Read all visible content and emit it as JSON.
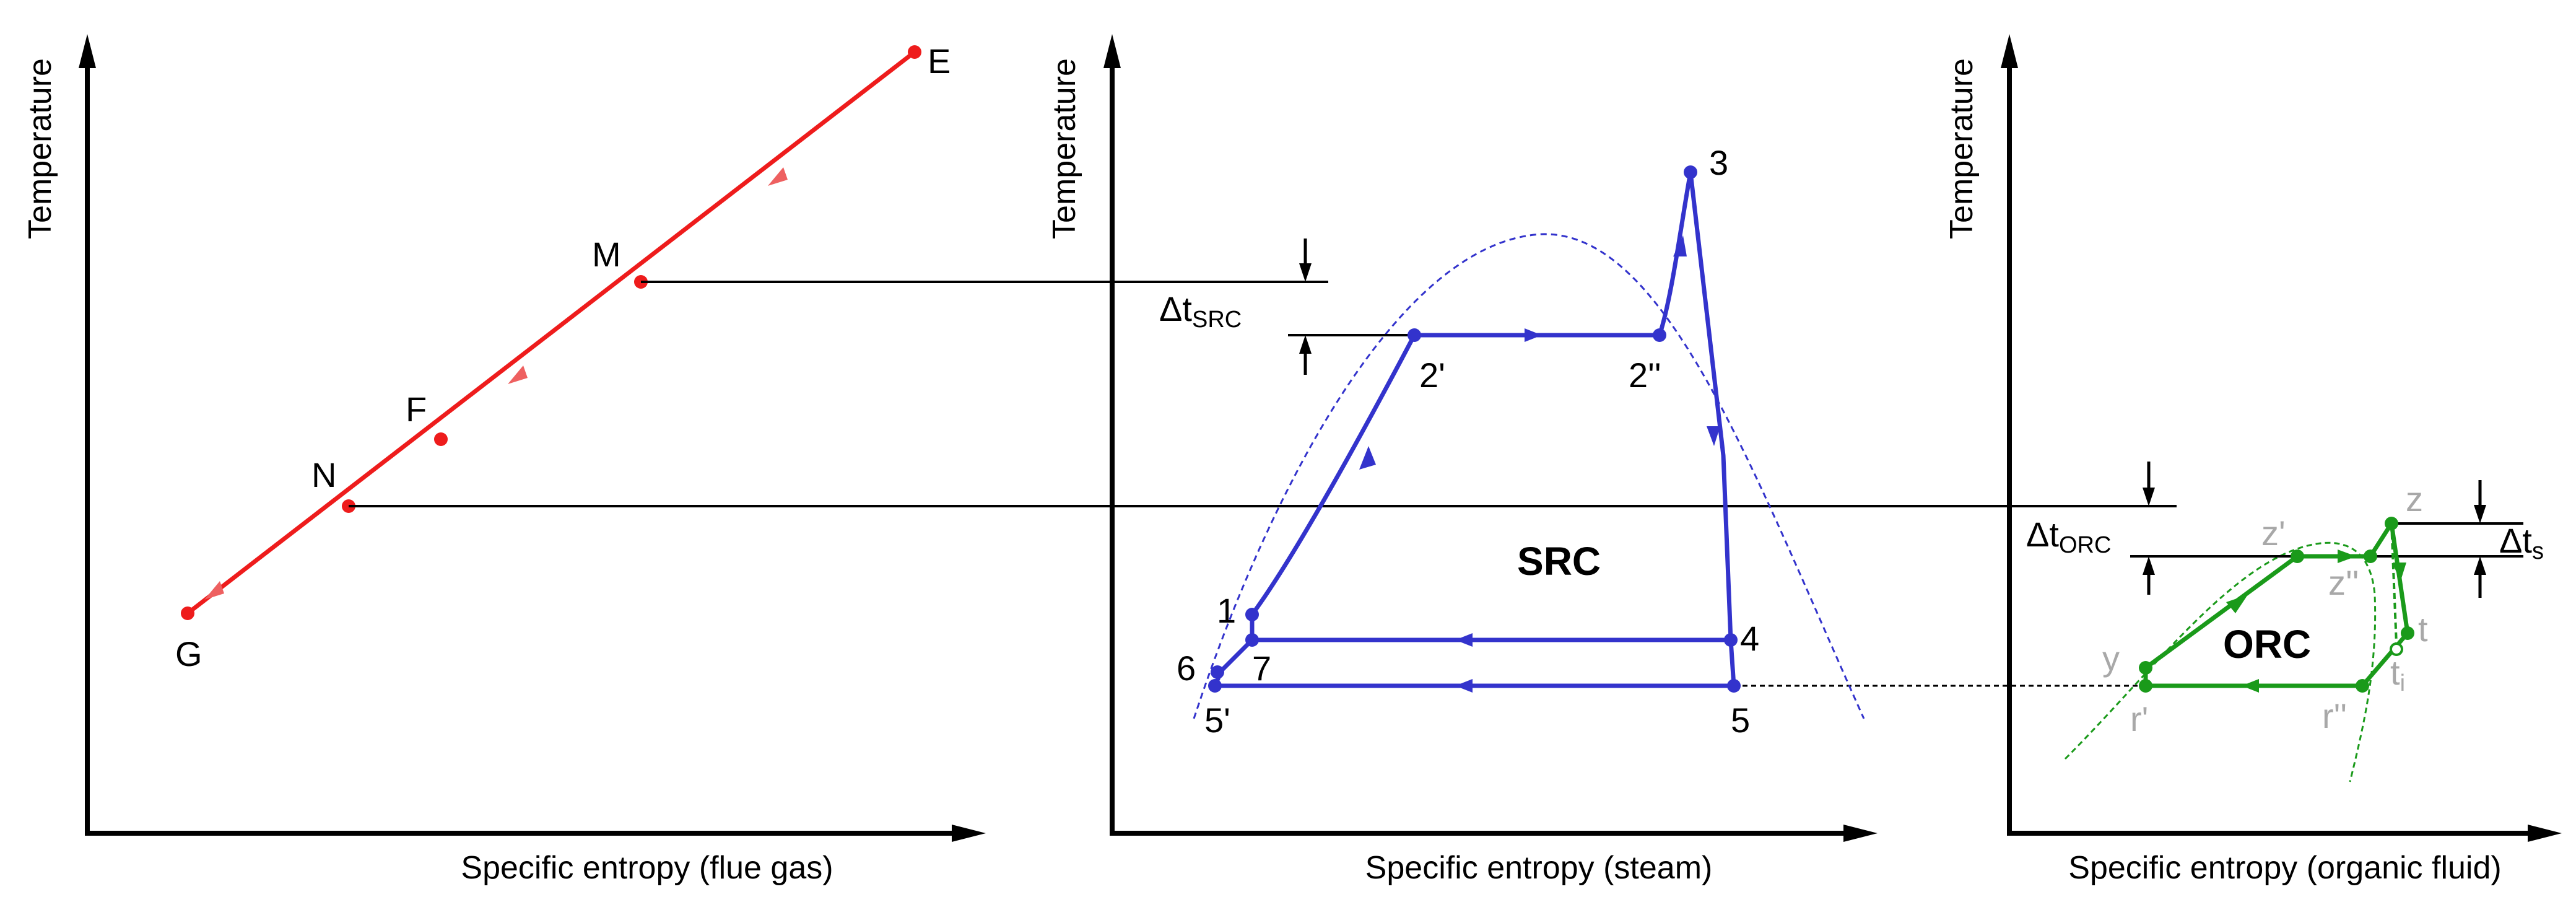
{
  "colors": {
    "flue_gas": "#ee1c1c",
    "steam": "#3333cc",
    "organic": "#1a9a1a",
    "axis": "#000000",
    "secondary_label": "#a8a8a8"
  },
  "panels": {
    "flue_gas": {
      "x_axis_label": "Specific entropy (flue gas)",
      "y_axis_label": "Temperature",
      "points": {
        "E": "E",
        "M": "M",
        "F": "F",
        "N": "N",
        "G": "G"
      }
    },
    "steam": {
      "x_axis_label": "Specific entropy (steam)",
      "y_axis_label": "Temperature",
      "cycle_label": "SRC",
      "delta_t_symbol": "Δt",
      "delta_t_sub": "SRC",
      "points": {
        "p1": "1",
        "p2p": "2'",
        "p2pp": "2''",
        "p3": "3",
        "p4": "4",
        "p5": "5",
        "p5p": "5'",
        "p6": "6",
        "p7": "7"
      }
    },
    "orc": {
      "x_axis_label": "Specific entropy (organic fluid)",
      "y_axis_label": "Temperature",
      "cycle_label": "ORC",
      "delta_t_orc_symbol": "Δt",
      "delta_t_orc_sub": "ORC",
      "delta_t_s_symbol": "Δt",
      "delta_t_s_sub": "s",
      "points": {
        "z": "z",
        "zp": "z'",
        "zpp": "z''",
        "t": "t",
        "ti_main": "t",
        "ti_sub": "i",
        "y": "y",
        "rp": "r'",
        "rpp": "r''"
      }
    }
  }
}
